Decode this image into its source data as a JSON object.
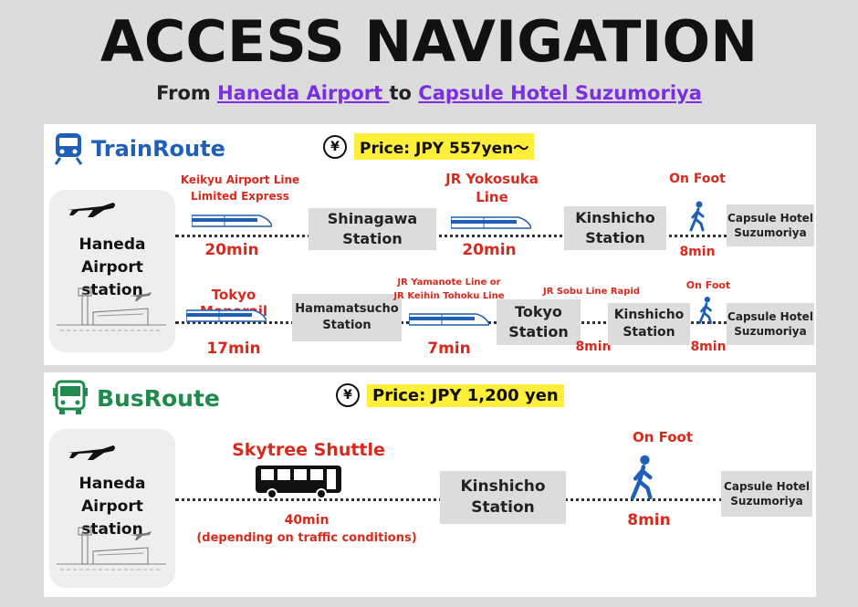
{
  "header": {
    "title": "ACCESS NAVIGATION",
    "from_text": "From",
    "origin_link": "Haneda Airport ",
    "to_text": "to",
    "destination_link": "Capsule Hotel Suzumoriya"
  },
  "train_route": {
    "title": "TrainRoute",
    "yen_symbol": "¥",
    "price": "Price: JPY 557yen～",
    "origin": "Haneda Airport station",
    "route1": {
      "leg1_line": "Keikyu Airport Line Limited Express",
      "leg1_time": "20min",
      "station1": "Shinagawa Station",
      "leg2_line": "JR Yokosuka Line",
      "leg2_time": "20min",
      "station2": "Kinshicho Station",
      "leg3_line": "On Foot",
      "leg3_time": "8min",
      "destination": "Capsule Hotel Suzumoriya"
    },
    "route2": {
      "leg1_line": "Tokyo Monorail",
      "leg1_time": "17min",
      "station1": "Hamamatsucho Station",
      "leg2_line": "JR Yamanote Line or JR Keihin Tohoku Line",
      "leg2_time": "7min",
      "station2": "Tokyo Station",
      "leg3_line": "JR Sobu Line Rapid",
      "leg3_time": "8min",
      "station3": "Kinshicho Station",
      "leg4_line": "On Foot",
      "leg4_time": "8min",
      "destination": "Capsule Hotel Suzumoriya"
    }
  },
  "bus_route": {
    "title": "BusRoute",
    "yen_symbol": "¥",
    "price": "Price: JPY 1,200 yen",
    "origin": "Haneda Airport station",
    "leg1_line": "Skytree Shuttle",
    "leg1_time": "40min",
    "leg1_note": "(depending on traffic conditions)",
    "station1": "Kinshicho Station",
    "leg2_line": "On Foot",
    "leg2_time": "8min",
    "destination": "Capsule Hotel Suzumoriya"
  },
  "colors": {
    "train_accent": "#1f5fb8",
    "bus_accent": "#1f8a4c",
    "link": "#7b2fe0",
    "time_red": "#d9291c",
    "price_highlight": "#ffef3a"
  }
}
